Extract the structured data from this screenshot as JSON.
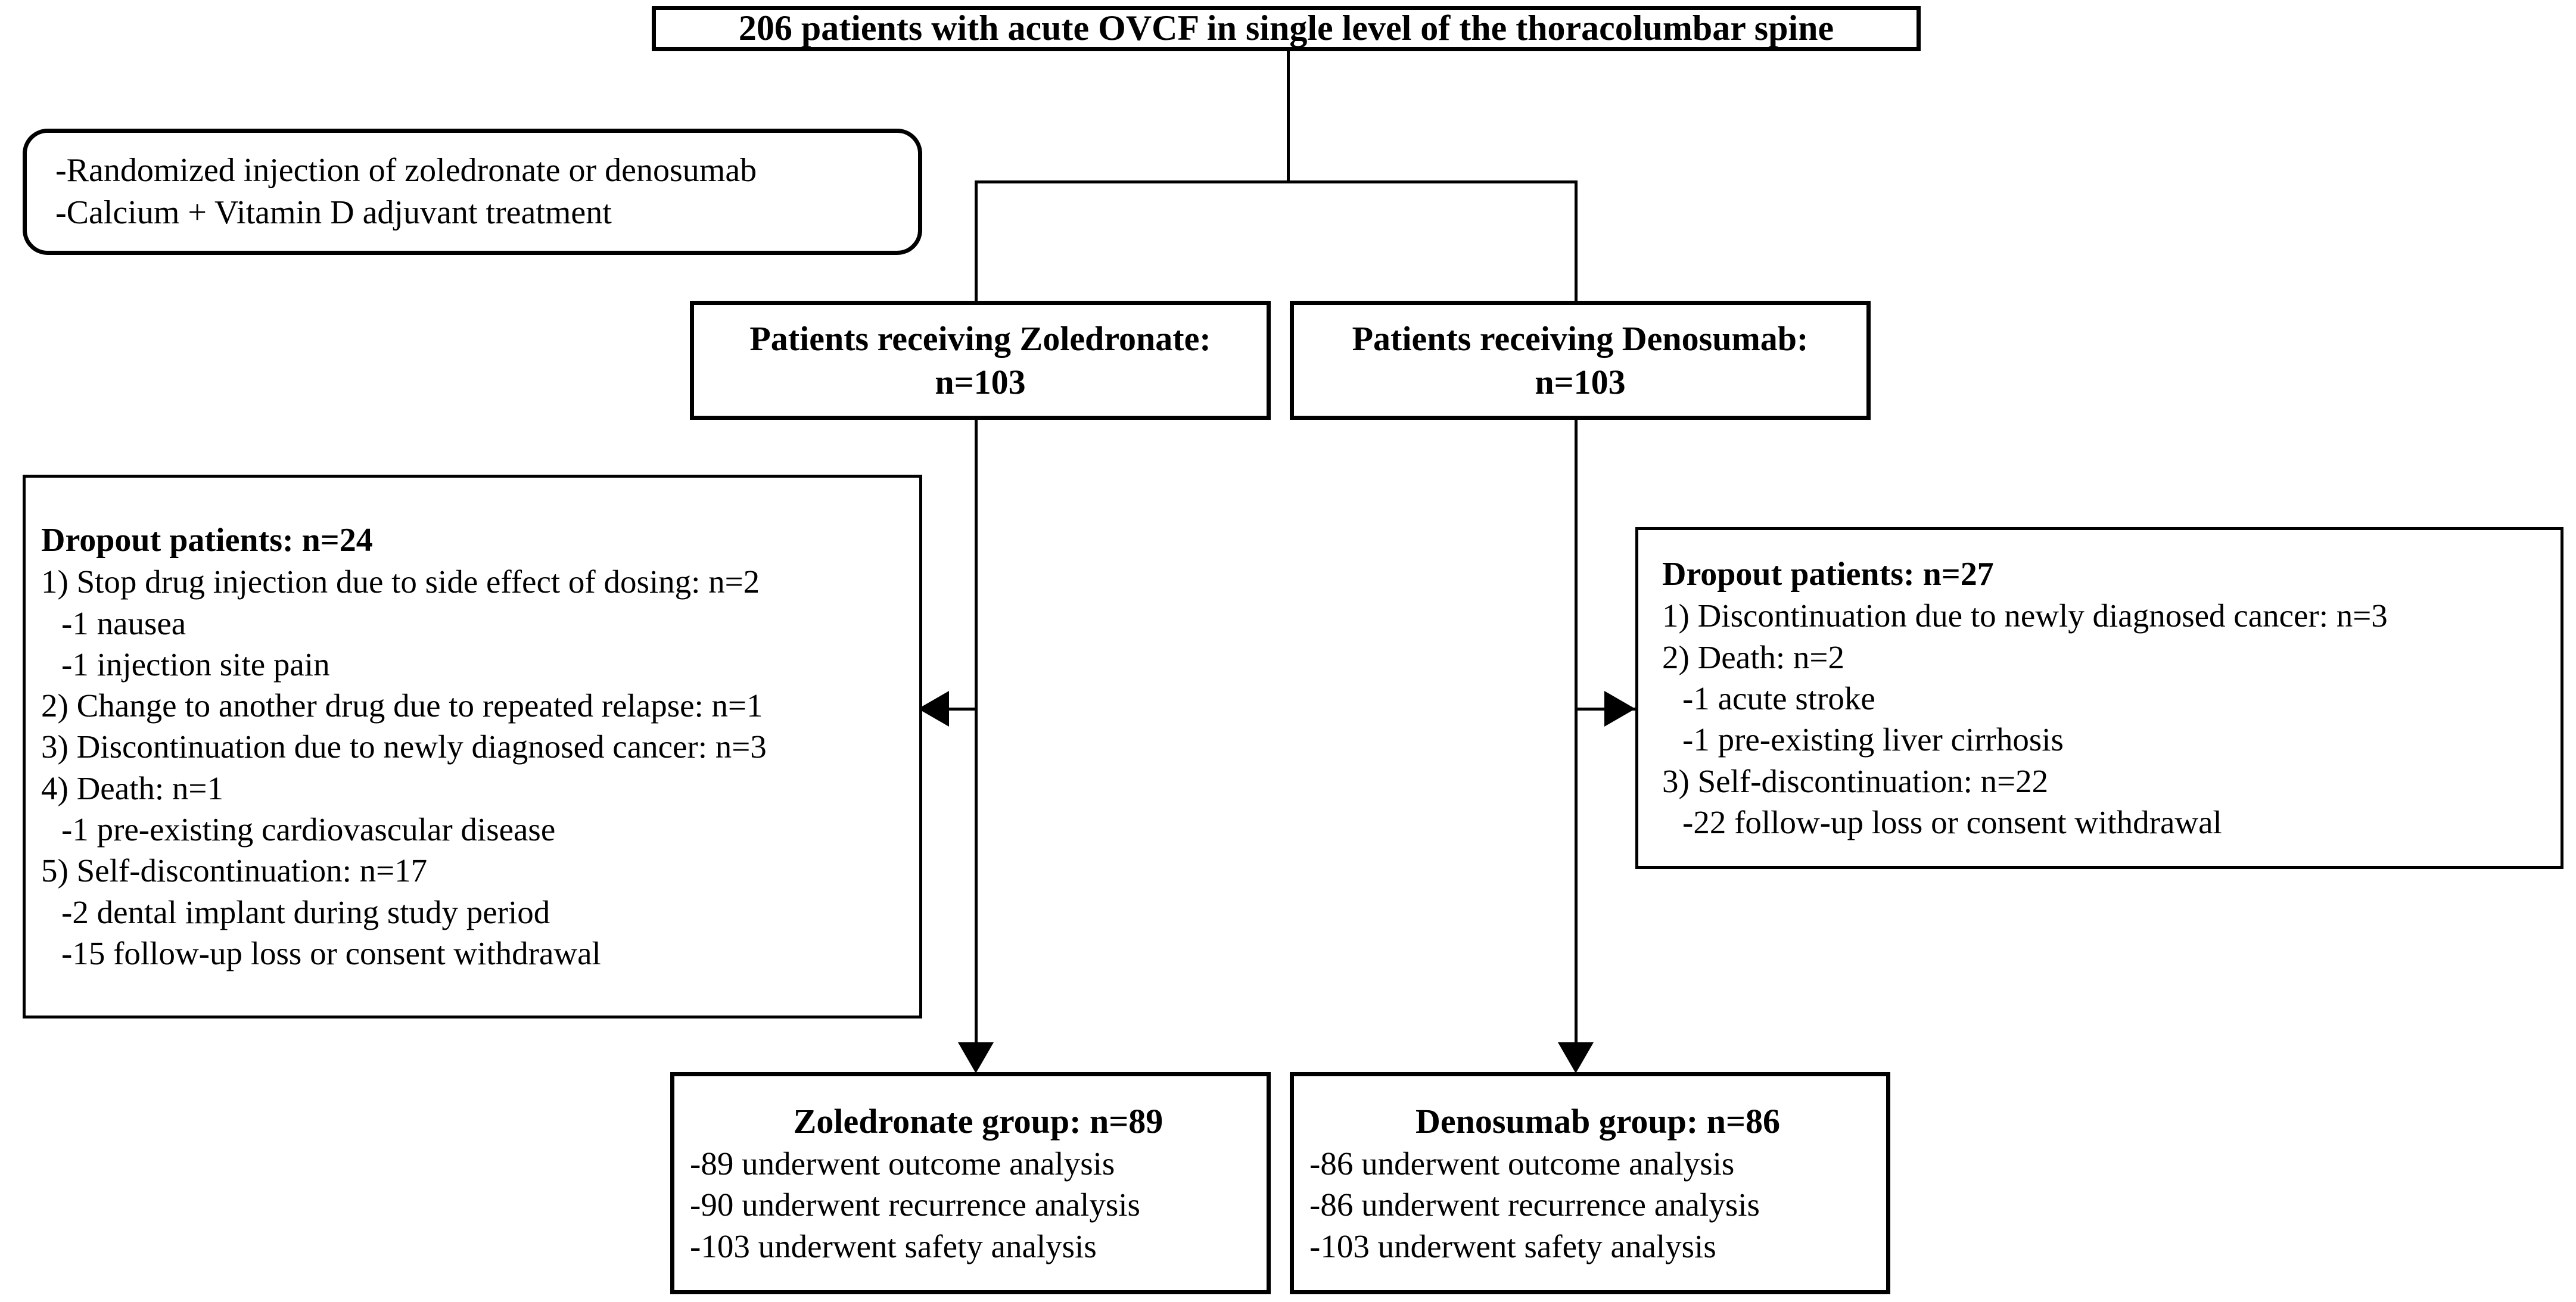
{
  "diagram": {
    "type": "consort-flow-diagram",
    "title_box": {
      "text": "206 patients with acute OVCF in single level of the thoracolumbar spine"
    },
    "randomization_box": {
      "lines": [
        "-Randomized injection of zoledronate or denosumab",
        "-Calcium + Vitamin D adjuvant treatment"
      ]
    },
    "arm_left": {
      "line1": "Patients receiving Zoledronate:",
      "line2": "n=103"
    },
    "arm_right": {
      "line1": "Patients receiving Denosumab:",
      "line2": "n=103"
    },
    "dropout_left": {
      "heading": "Dropout patients: n=24",
      "lines": [
        {
          "text": "1) Stop drug injection due to side effect of dosing: n=2",
          "indent": 0
        },
        {
          "text": "-1 nausea",
          "indent": 1
        },
        {
          "text": "-1 injection site pain",
          "indent": 1
        },
        {
          "text": "2) Change to another drug due to repeated relapse: n=1",
          "indent": 0
        },
        {
          "text": "3) Discontinuation due to newly diagnosed cancer: n=3",
          "indent": 0
        },
        {
          "text": "4) Death: n=1",
          "indent": 0
        },
        {
          "text": "-1 pre-existing cardiovascular disease",
          "indent": 1
        },
        {
          "text": "5) Self-discontinuation: n=17",
          "indent": 0
        },
        {
          "text": "-2 dental implant during study period",
          "indent": 1
        },
        {
          "text": "-15 follow-up loss or consent withdrawal",
          "indent": 1
        }
      ]
    },
    "dropout_right": {
      "heading": "Dropout patients: n=27",
      "lines": [
        {
          "text": "1) Discontinuation due to newly diagnosed cancer: n=3",
          "indent": 0
        },
        {
          "text": "2) Death: n=2",
          "indent": 0
        },
        {
          "text": "-1 acute stroke",
          "indent": 1
        },
        {
          "text": "-1 pre-existing liver cirrhosis",
          "indent": 1
        },
        {
          "text": "3) Self-discontinuation: n=22",
          "indent": 0
        },
        {
          "text": "-22 follow-up loss or consent withdrawal",
          "indent": 1
        }
      ]
    },
    "outcome_left": {
      "heading": "Zoledronate group: n=89",
      "lines": [
        "-89 underwent outcome analysis",
        "-90 underwent recurrence analysis",
        "-103 underwent safety analysis"
      ]
    },
    "outcome_right": {
      "heading": "Denosumab group: n=86",
      "lines": [
        "-86 underwent outcome analysis",
        "-86 underwent recurrence analysis",
        "-103 underwent safety analysis"
      ]
    },
    "colors": {
      "stroke": "#000000",
      "background": "#ffffff",
      "text": "#000000"
    }
  }
}
